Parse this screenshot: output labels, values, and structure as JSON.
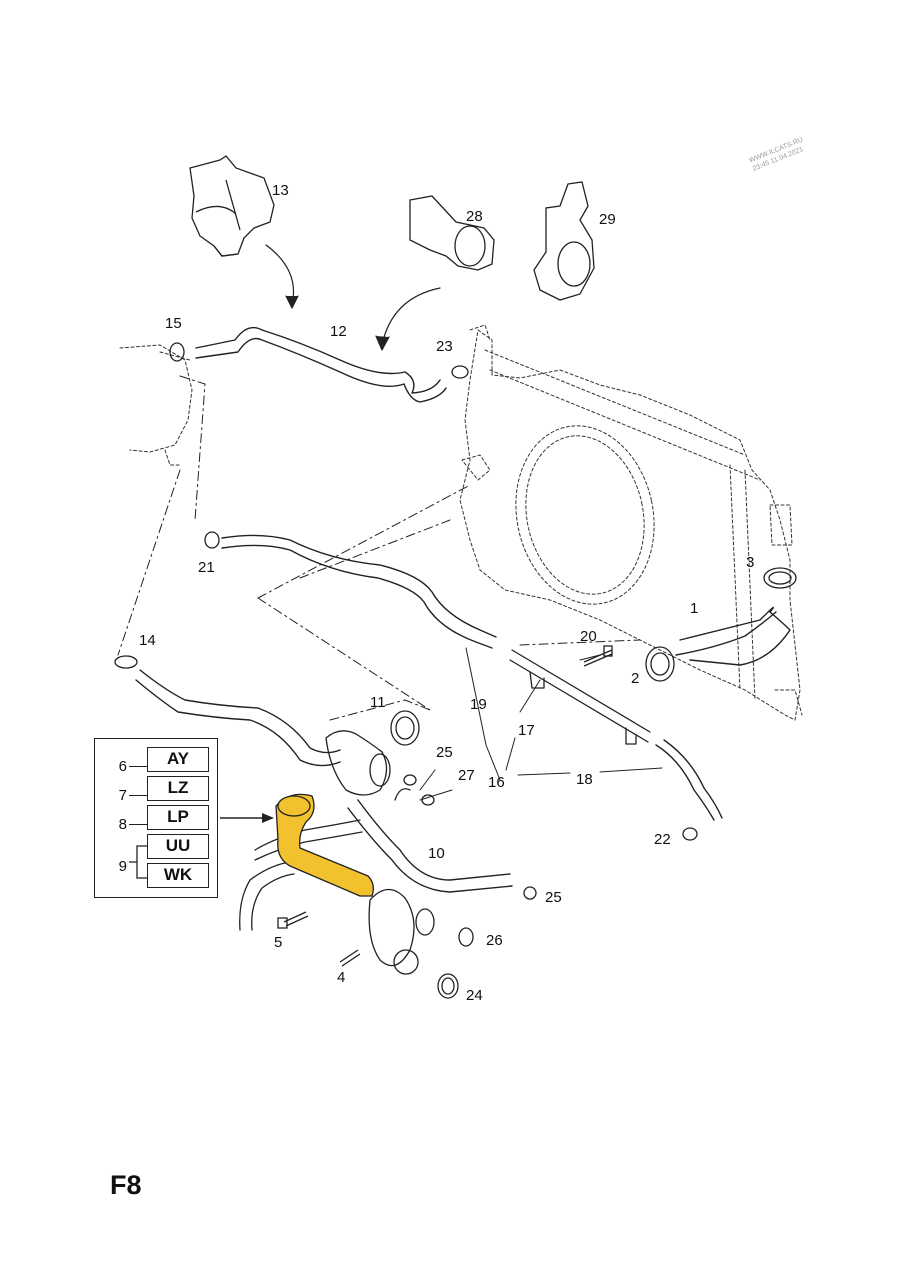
{
  "watermark": [
    "WWW.ILCATS.RU",
    "23:45 11.04.2021"
  ],
  "sheet_id": "F8",
  "callouts": [
    "13",
    "28",
    "29",
    "15",
    "12",
    "23",
    "21",
    "3",
    "1",
    "14",
    "20",
    "2",
    "11",
    "19",
    "17",
    "25",
    "27",
    "16",
    "18",
    "22",
    "10",
    "25",
    "26",
    "5",
    "4",
    "24"
  ],
  "legend": {
    "entries": [
      {
        "num": "6",
        "code": "AY"
      },
      {
        "num": "7",
        "code": "LZ"
      },
      {
        "num": "8",
        "code": "LP"
      },
      {
        "num": "9",
        "code": "UU"
      },
      {
        "num": "9",
        "code": "WK"
      }
    ]
  },
  "colors": {
    "highlight": "#F2C12E",
    "line": "#1a1a1a",
    "outline": "#3a3a3a"
  }
}
